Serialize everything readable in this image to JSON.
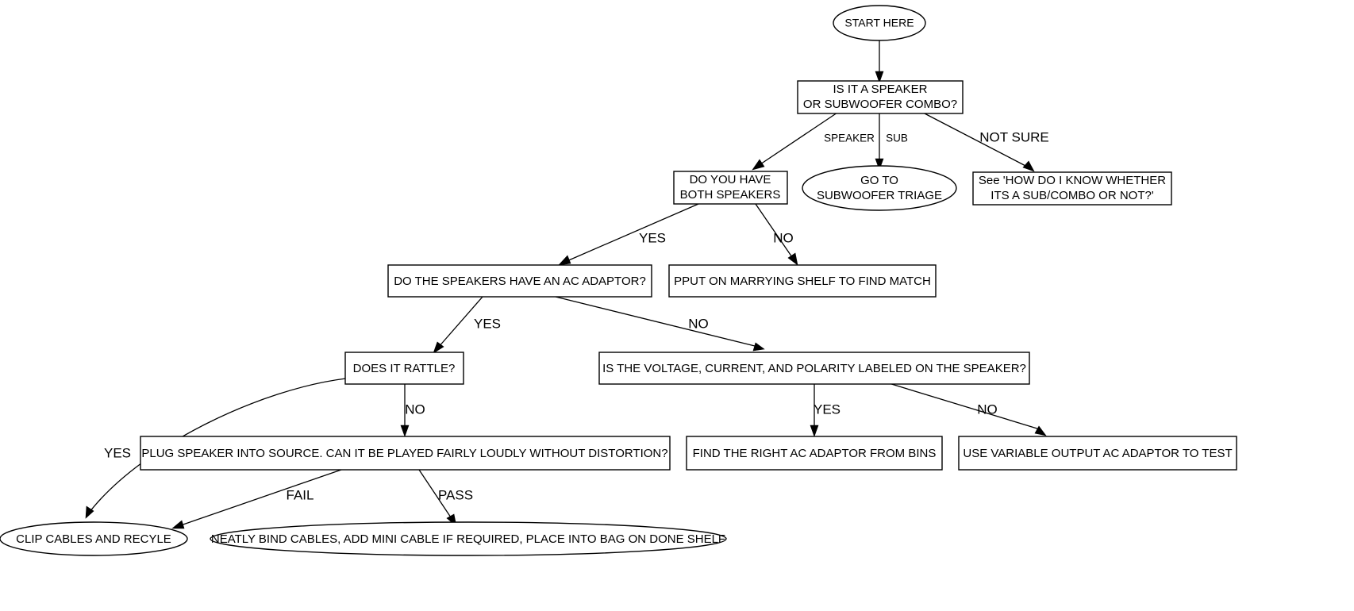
{
  "diagram": {
    "title": "Speaker Triage Flowchart",
    "colors": {
      "stroke": "#000000",
      "fill": "#ffffff",
      "text": "#000000"
    },
    "nodes": {
      "start": {
        "label": "START HERE",
        "shape": "ellipse"
      },
      "q_speaker_or_sub_line1": {
        "label": "IS IT A SPEAKER",
        "shape": "box"
      },
      "q_speaker_or_sub_line2": {
        "label": "OR SUBWOOFER COMBO?",
        "shape": "box"
      },
      "q_both_speakers_line1": {
        "label": "DO YOU HAVE",
        "shape": "box"
      },
      "q_both_speakers_line2": {
        "label": "BOTH SPEAKERS",
        "shape": "box"
      },
      "go_to_sub_triage_line1": {
        "label": "GO TO",
        "shape": "ellipse"
      },
      "go_to_sub_triage_line2": {
        "label": "SUBWOOFER TRIAGE",
        "shape": "ellipse"
      },
      "see_how_do_i_know_line1": {
        "label": "See 'HOW DO I KNOW WHETHER",
        "shape": "box"
      },
      "see_how_do_i_know_line2": {
        "label": "ITS A SUB/COMBO OR NOT?'",
        "shape": "box"
      },
      "q_ac_adaptor": {
        "label": "DO THE SPEAKERS HAVE AN AC ADAPTOR?",
        "shape": "box"
      },
      "marrying_shelf": {
        "label": "PPUT ON MARRYING SHELF TO FIND MATCH",
        "shape": "box"
      },
      "q_rattle": {
        "label": "DOES IT RATTLE?",
        "shape": "box"
      },
      "q_voltage_labeled": {
        "label": "IS THE VOLTAGE, CURRENT, AND POLARITY LABELED ON THE SPEAKER?",
        "shape": "box"
      },
      "plug_speaker_test": {
        "label": "PLUG SPEAKER INTO SOURCE. CAN IT BE PLAYED FAIRLY LOUDLY WITHOUT DISTORTION?",
        "shape": "box"
      },
      "find_right_adaptor": {
        "label": "FIND THE RIGHT AC ADAPTOR FROM BINS",
        "shape": "box"
      },
      "use_variable_adaptor": {
        "label": "USE VARIABLE OUTPUT AC ADAPTOR TO TEST",
        "shape": "box"
      },
      "clip_cables_recycle": {
        "label": "CLIP CABLES AND RECYLE",
        "shape": "ellipse"
      },
      "neatly_bind_cables": {
        "label": "NEATLY BIND CABLES, ADD MINI CABLE IF REQUIRED, PLACE INTO BAG ON DONE SHELF",
        "shape": "ellipse"
      }
    },
    "edge_labels": {
      "speaker": "SPEAKER",
      "sub": "SUB",
      "not_sure": "NOT SURE",
      "both_yes": "YES",
      "both_no": "NO",
      "adaptor_yes": "YES",
      "adaptor_no": "NO",
      "rattle_no": "NO",
      "rattle_yes": "YES",
      "voltage_yes": "YES",
      "voltage_no": "NO",
      "test_fail": "FAIL",
      "test_pass": "PASS"
    }
  }
}
